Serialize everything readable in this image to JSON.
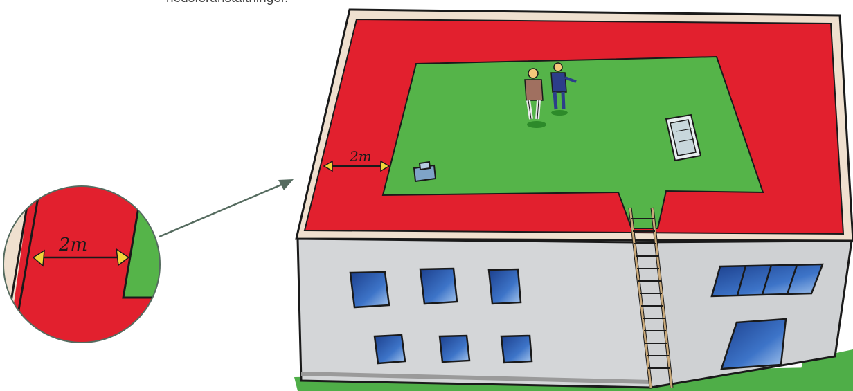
{
  "caption": "nedsforanstaltninger.",
  "labels": {
    "main_distance": "2m",
    "zoom_distance": "2m"
  },
  "colors": {
    "roof_edge_zone": "#e2202e",
    "safe_zone": "#55b449",
    "wall": "#d4d6d8",
    "parapet": "#efe0cf",
    "window": "#2f5fb0",
    "ladder": "#c9a97a",
    "grass": "#4fae48",
    "arrow": "#556b5f",
    "marker": "#f2d43a"
  },
  "icons": [
    "person-icon",
    "skylight-icon",
    "roof-vent-icon",
    "ladder-icon",
    "window-icon"
  ]
}
